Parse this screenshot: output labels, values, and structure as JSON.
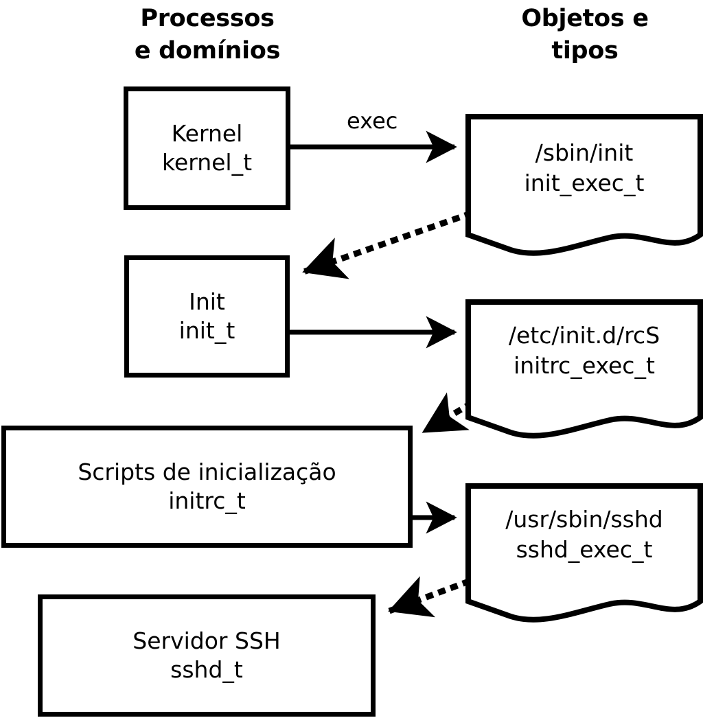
{
  "diagram": {
    "title_columns": [
      {
        "id": "processos",
        "text": "Processos\ne domínios"
      },
      {
        "id": "objetos",
        "text": "Objetos e\ntipos"
      }
    ],
    "process_nodes": [
      {
        "id": "kernel",
        "line1": "Kernel",
        "line2": "kernel_t"
      },
      {
        "id": "init",
        "line1": "Init",
        "line2": "init_t"
      },
      {
        "id": "initrc",
        "line1": "Scripts de inicialização",
        "line2": "initrc_t"
      },
      {
        "id": "sshd",
        "line1": "Servidor SSH",
        "line2": "sshd_t"
      }
    ],
    "object_nodes": [
      {
        "id": "init-exec",
        "line1": "/sbin/init",
        "line2": "init_exec_t"
      },
      {
        "id": "initrc-exec",
        "line1": "/etc/init.d/rcS",
        "line2": "initrc_exec_t"
      },
      {
        "id": "sshd-exec",
        "line1": "/usr/sbin/sshd",
        "line2": "sshd_exec_t"
      }
    ],
    "edges": [
      {
        "id": "kernel-to-init-exec",
        "label": "exec",
        "style": "solid",
        "from": "kernel",
        "to": "init-exec"
      },
      {
        "id": "init-exec-to-init",
        "label": "",
        "style": "dotted",
        "from": "init-exec",
        "to": "init"
      },
      {
        "id": "init-to-initrc-exec",
        "label": "",
        "style": "solid",
        "from": "init",
        "to": "initrc-exec"
      },
      {
        "id": "initrc-exec-to-initrc",
        "label": "",
        "style": "dotted",
        "from": "initrc-exec",
        "to": "initrc"
      },
      {
        "id": "initrc-to-sshd-exec",
        "label": "",
        "style": "solid",
        "from": "initrc",
        "to": "sshd-exec"
      },
      {
        "id": "sshd-exec-to-sshd",
        "label": "",
        "style": "dotted",
        "from": "sshd-exec",
        "to": "sshd"
      }
    ],
    "colors": {
      "stroke": "#000000",
      "background": "#ffffff",
      "text": "#000000"
    }
  }
}
